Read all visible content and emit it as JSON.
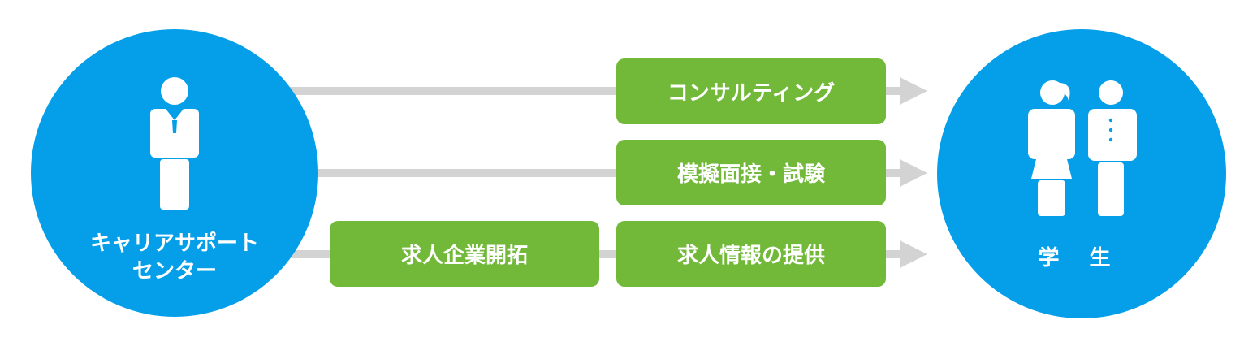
{
  "left_node": {
    "label_line1": "キャリアサポート",
    "label_line2": "センター",
    "icon": "businessman-icon"
  },
  "right_node": {
    "label": "学 生",
    "icon": "students-icon"
  },
  "services": {
    "consulting": "コンサルティング",
    "interview": "模擬面接・試験",
    "job_info": "求人情報の提供",
    "recruiting": "求人企業開拓"
  },
  "colors": {
    "node": "#049fe8",
    "box": "#72b93a",
    "arrow": "#d3d3d3",
    "text": "#ffffff"
  }
}
